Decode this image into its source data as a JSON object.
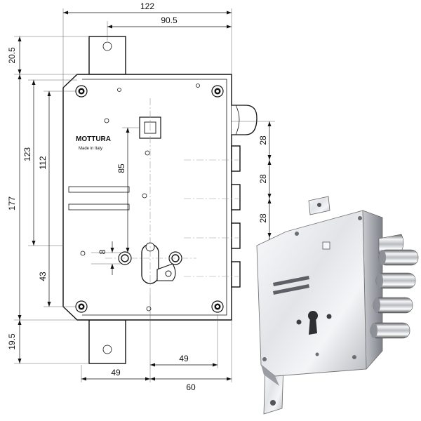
{
  "brand": {
    "name": "MOTTURA",
    "subtitle": "Made in Italy"
  },
  "dimensions": {
    "overall_width": "122",
    "backset_width": "90.5",
    "top_tab": "20.5",
    "total_height": "177",
    "upper_height": "123",
    "hole_spacing": "112",
    "spindle_to_cylinder": "85",
    "cylinder_offset": "8",
    "lower_height": "43",
    "bottom_tab": "19.5",
    "bolt_spacing_1": "28",
    "bolt_spacing_2": "28",
    "bolt_spacing_3": "28",
    "bolt_spacing_4": "28",
    "bottom_left": "49",
    "bottom_mid": "49",
    "bottom_right": "60"
  },
  "colors": {
    "line": "#111111",
    "steel_light": "#f2f3f5",
    "steel_dark": "#8a8d93"
  }
}
